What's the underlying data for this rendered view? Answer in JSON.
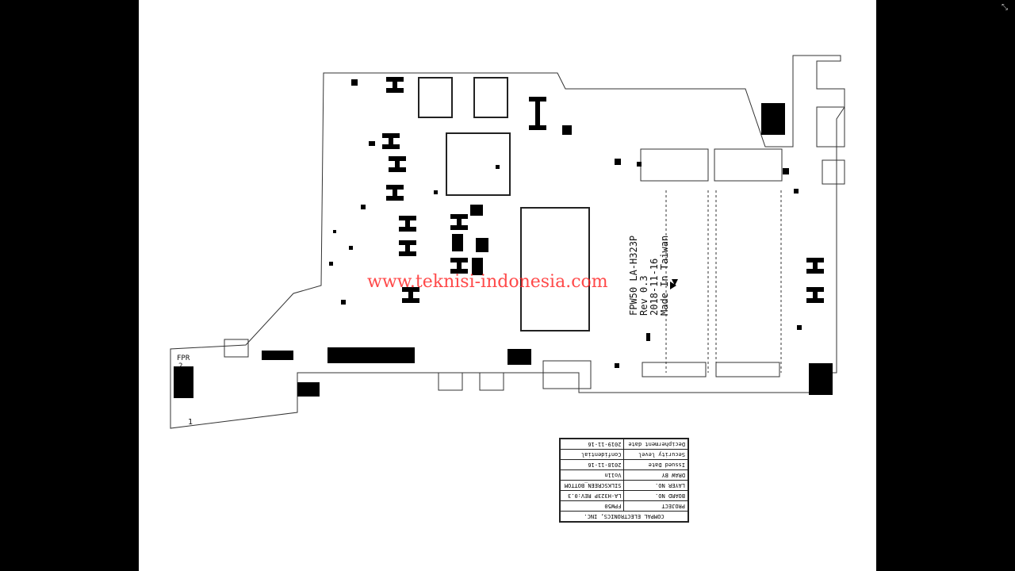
{
  "viewer": {
    "collapse_icon": "collapse-arrows-icon",
    "collapse_glyph": "⤡"
  },
  "board": {
    "code": "FPW50  LA-H323P",
    "rev": "Rev 0.3",
    "date": "2018-11-16",
    "origin": "Made In Taiwan",
    "fpr_label": "FPR",
    "fpr_num": "2",
    "corner_num": "1",
    "accent_color": "#000000"
  },
  "watermark": {
    "text": "www.teknisi-indonesia.com",
    "color": "#ff2a2a"
  },
  "title_block": {
    "company": "COMPAL ELECTRONICS, INC.",
    "rows": [
      {
        "label": "PROJECT",
        "value": "FPW50"
      },
      {
        "label": "BOARD NO.",
        "value": "LA-H323P  REV:0.3"
      },
      {
        "label": "LAYER NO.",
        "value": "SILKSCREEN_BOTTOM"
      },
      {
        "label": "DRAW BY",
        "value": "Vo11n"
      },
      {
        "label": "Issued Date",
        "value": "2018-11-16"
      },
      {
        "label": "Security level",
        "value": "Confidential"
      },
      {
        "label": "Decipherment date",
        "value": "2019-11-16"
      }
    ]
  }
}
